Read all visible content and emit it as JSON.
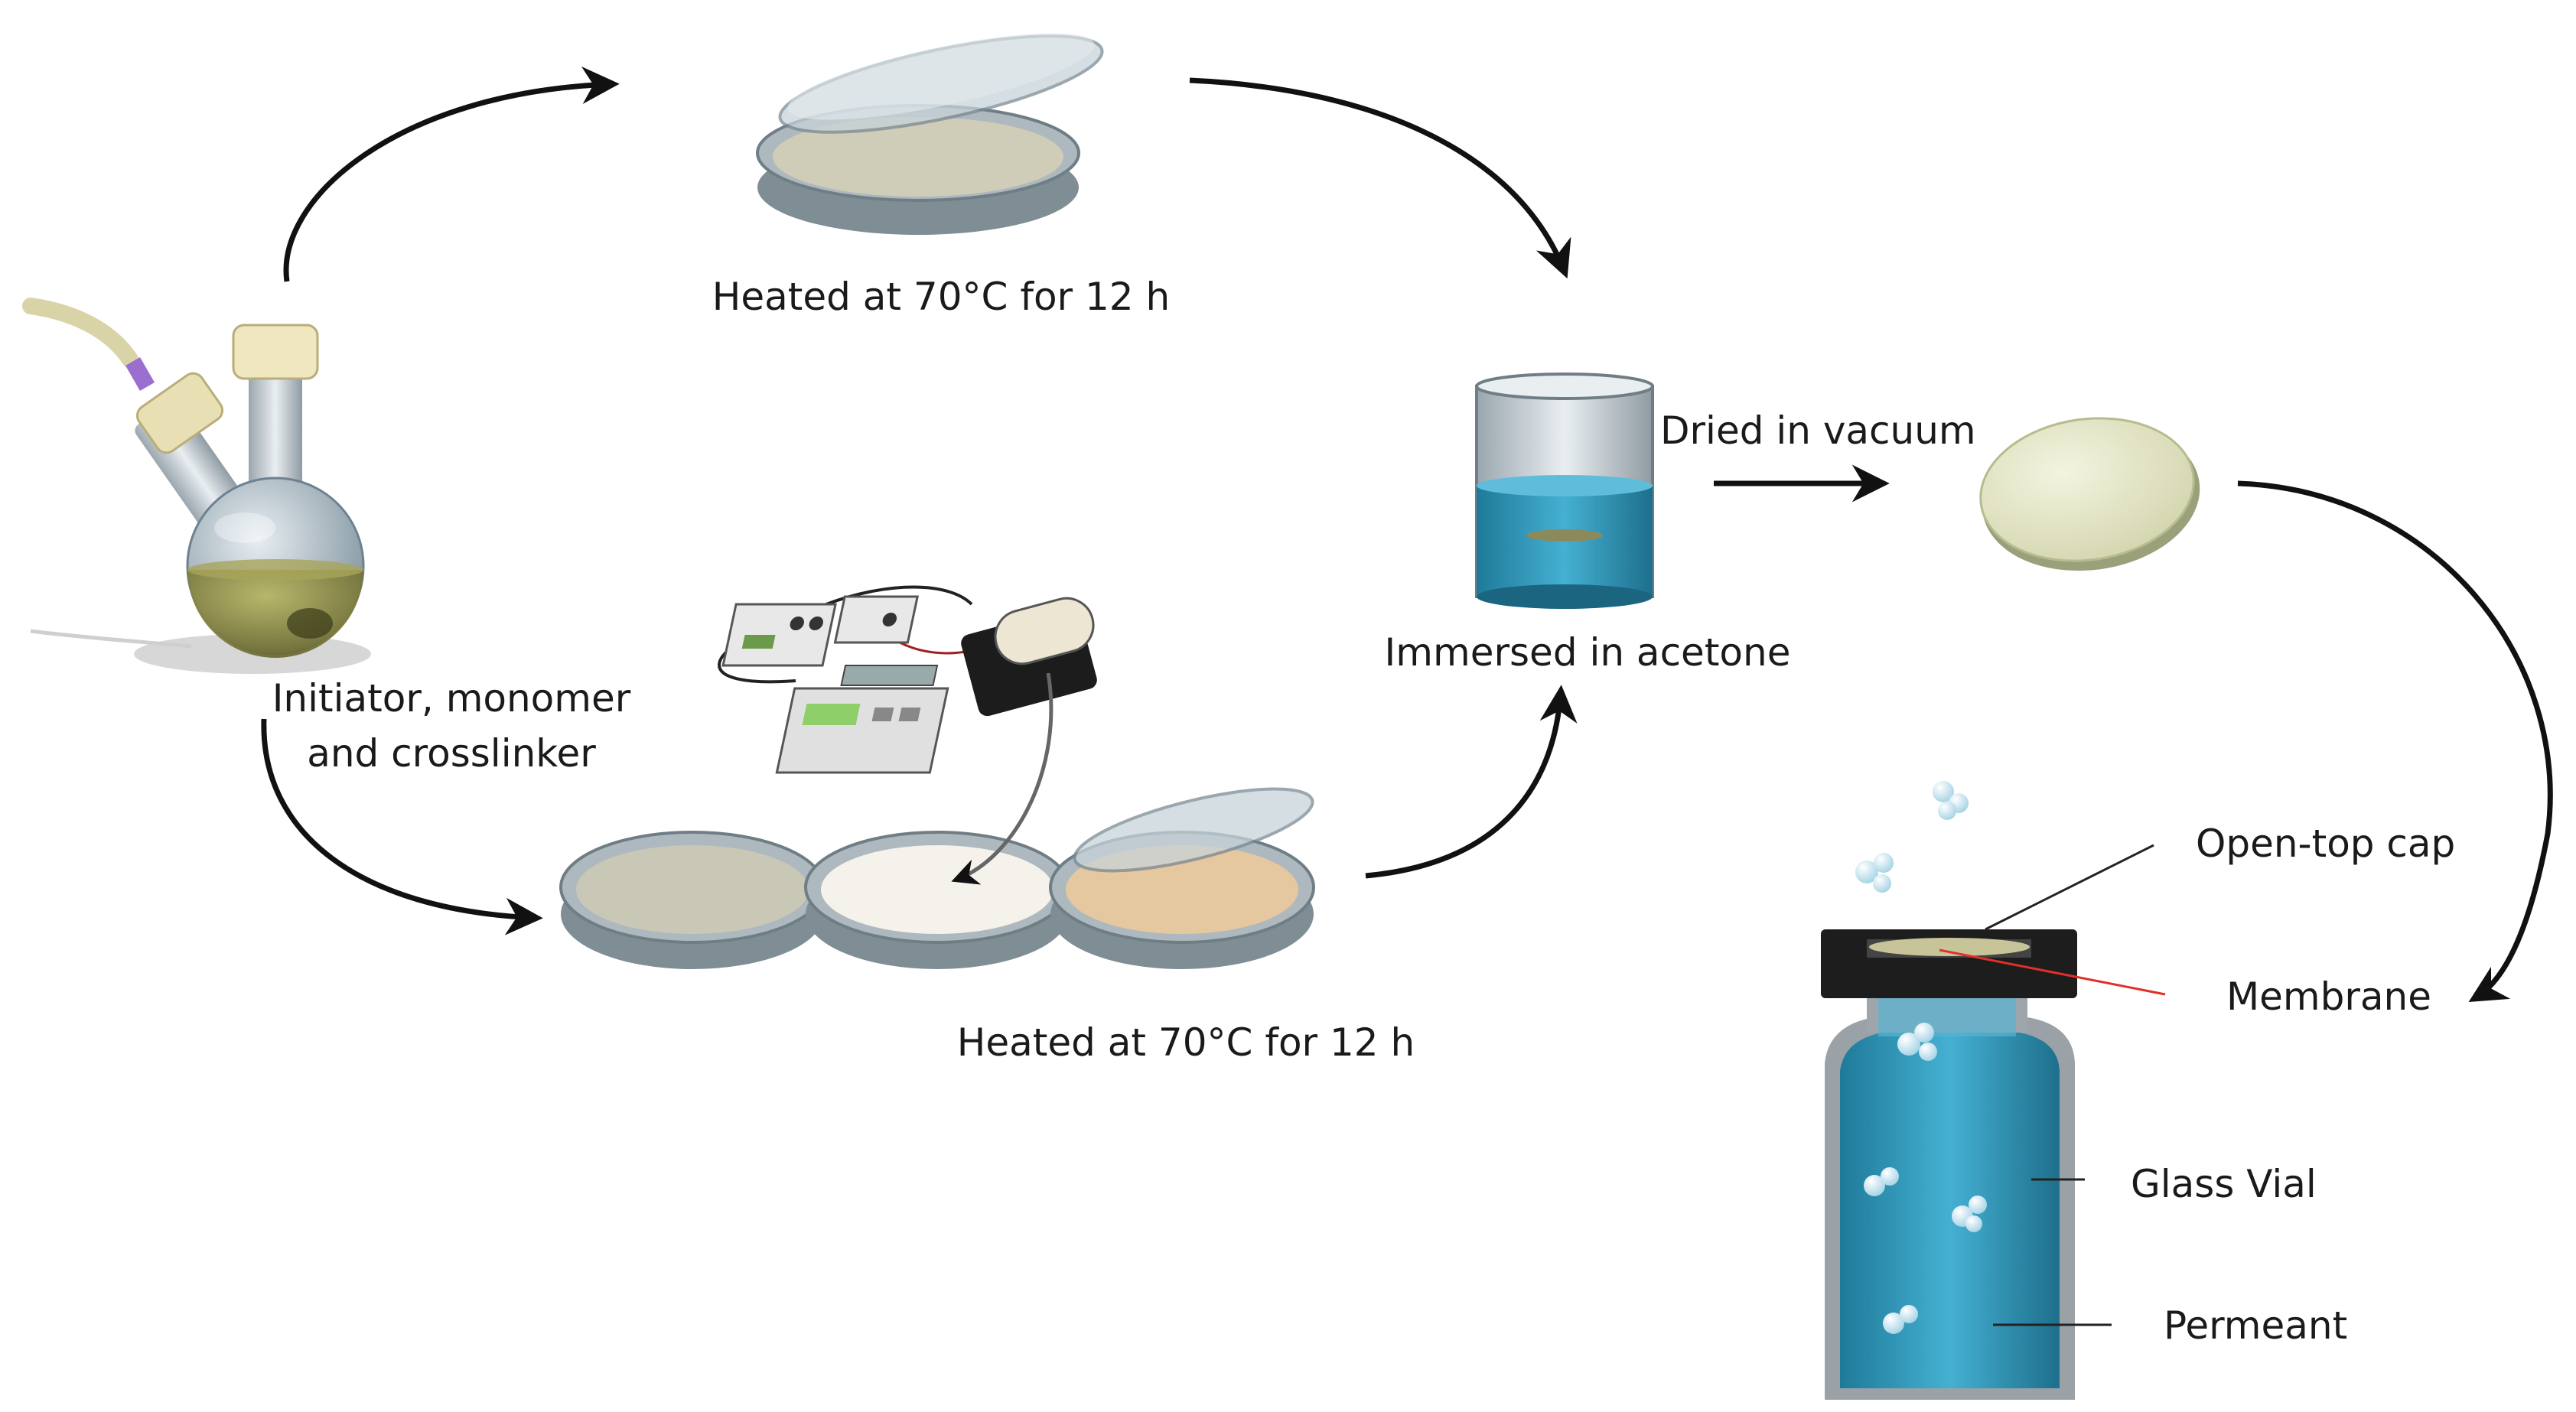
{
  "labels": {
    "flask": [
      "Initiator, monomer",
      "and crosslinker"
    ],
    "heated_top": "Heated at 70°C for 12 h",
    "heated_bottom": "Heated at 70°C for 12 h",
    "immersed": "Immersed in acetone",
    "dried": "Dried in vacuum",
    "open_top_cap": "Open-top cap",
    "membrane": "Membrane",
    "glass_vial": "Glass Vial",
    "permeant": "Permeant"
  },
  "colors": {
    "liquid_blue": "#2f8fb0",
    "flask_liquid": "#8a8a3c",
    "membrane_disc": "#e4e6c8",
    "dish_rim": "#8d9ba3",
    "dish_fill_plain": "#c9c8b6",
    "dish_fill_white": "#f4f2ea",
    "dish_fill_tan": "#e6c8a0",
    "membrane_leader": "#e0302a",
    "arrow": "#111111"
  }
}
